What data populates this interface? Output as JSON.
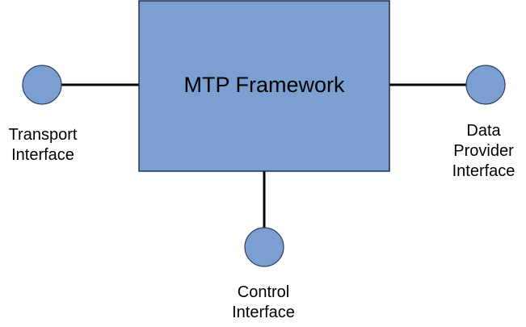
{
  "framework": {
    "title": "MTP Framework",
    "fill": "#7b9fd0",
    "stroke": "#1f2f4a"
  },
  "connectors": {
    "fill": "#7b9fd0",
    "stroke": "#2f3f5f",
    "line_color": "#000000"
  },
  "interfaces": {
    "transport": {
      "line1": "Transport",
      "line2": "Interface"
    },
    "data_provider": {
      "line1": "Data",
      "line2": "Provider",
      "line3": "Interface"
    },
    "control": {
      "line1": "Control",
      "line2": "Interface"
    }
  }
}
